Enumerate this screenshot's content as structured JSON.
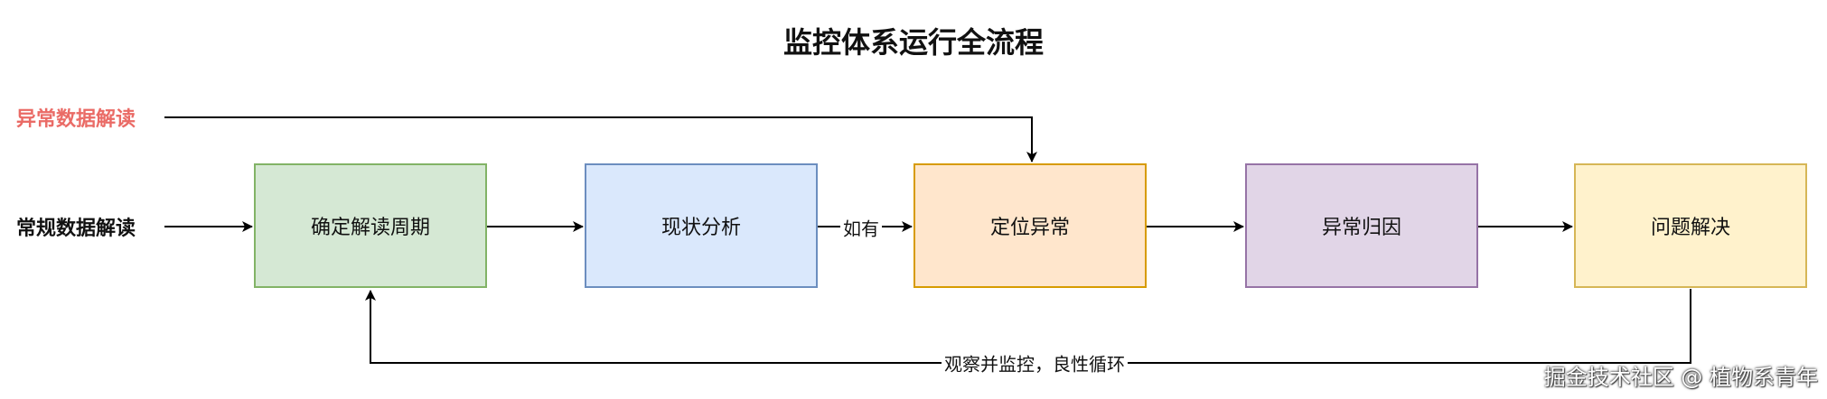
{
  "title": "监控体系运行全流程",
  "side_labels": {
    "abnormal": "异常数据解读",
    "routine": "常规数据解读"
  },
  "colors": {
    "abnormal_label": "#ea6b66",
    "routine_label": "#111111",
    "edge": "#000000"
  },
  "nodes": [
    {
      "label": "确定解读周期",
      "fill": "#d5e8d4",
      "stroke": "#82b366"
    },
    {
      "label": "现状分析",
      "fill": "#dae8fc",
      "stroke": "#6c8ebf"
    },
    {
      "label": "定位异常",
      "fill": "#ffe6cc",
      "stroke": "#d79b00"
    },
    {
      "label": "异常归因",
      "fill": "#e1d5e7",
      "stroke": "#9673a6"
    },
    {
      "label": "问题解决",
      "fill": "#fff2cc",
      "stroke": "#d6b656"
    }
  ],
  "edge_labels": {
    "if_any": "如有",
    "loop": "观察并监控，良性循环"
  },
  "watermark": "掘金技术社区 @ 植物系青年"
}
